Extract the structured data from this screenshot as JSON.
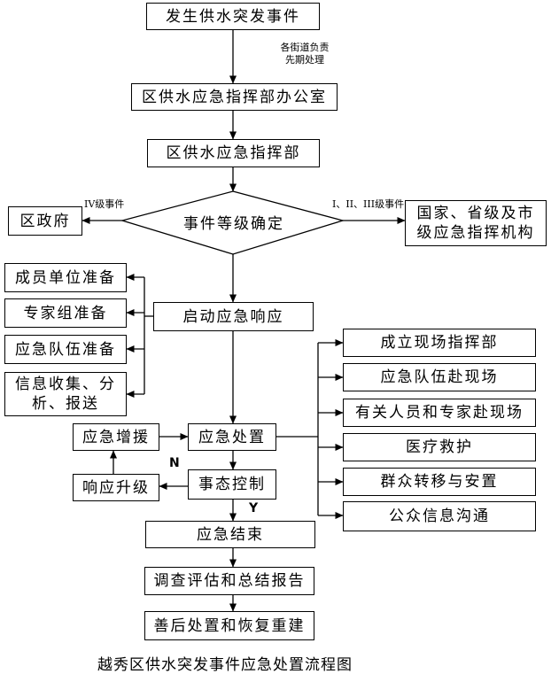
{
  "nodes": {
    "incident": "发生供水突发事件",
    "office": "区供水应急指挥部办公室",
    "hq": "区供水应急指挥部",
    "decision": "事件等级确定",
    "district_gov": "区政府",
    "higher_orgs": "国家、省级及市级应急指挥机构",
    "start_response": "启动应急响应",
    "member_prep": "成员单位准备",
    "expert_prep": "专家组准备",
    "team_prep": "应急队伍准备",
    "info_collect": "信息收集、分析、报送",
    "onsite_hq": "成立现场指挥部",
    "team_to_site": "应急队伍赴现场",
    "staff_to_site": "有关人员和专家赴现场",
    "medical": "医疗救护",
    "evacuation": "群众转移与安置",
    "public_info": "公众信息沟通",
    "reinforce": "应急增援",
    "handling": "应急处置",
    "upgrade": "响应升级",
    "control": "事态控制",
    "end": "应急结束",
    "evaluation": "调查评估和总结报告",
    "recovery": "善后处置和恢复重建"
  },
  "edge_labels": {
    "street_first": "各街道负责先期处理",
    "level4": "IV级事件",
    "level123": "I、II、III级事件",
    "no": "N",
    "yes": "Y"
  },
  "caption": "越秀区供水突发事件应急处置流程图"
}
